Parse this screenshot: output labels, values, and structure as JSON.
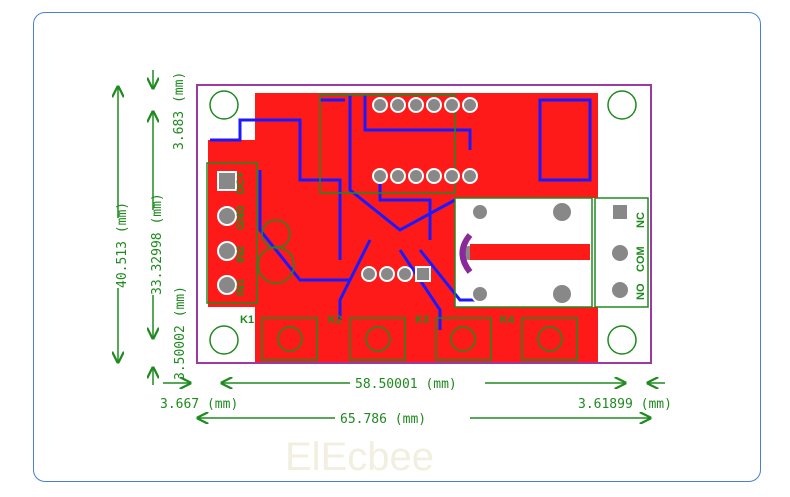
{
  "dimensions": {
    "height_total": "40.513 (mm)",
    "height_holes": "33.32998 (mm)",
    "top_margin": "3.683 (mm)",
    "bottom_margin": "3.50002 (mm)",
    "width_holes": "58.50001 (mm)",
    "width_total": "65.786 (mm)",
    "left_margin": "3.667 (mm)",
    "right_margin": "3.61899 (mm)"
  },
  "board": {
    "input_pins": [
      "IN1",
      "IN2",
      "GND",
      "DC+"
    ],
    "relay_pins": [
      "NO",
      "COM",
      "NC"
    ],
    "buttons": [
      "K1",
      "K2",
      "K3",
      "K4"
    ]
  },
  "watermark": "ElEcbee",
  "colors": {
    "copper_top": "#ff1a1a",
    "copper_bottom": "#1a1aff",
    "silkscreen": "#1f8a1f",
    "outline": "#9b3aa0",
    "frame": "#4a7fd6"
  }
}
